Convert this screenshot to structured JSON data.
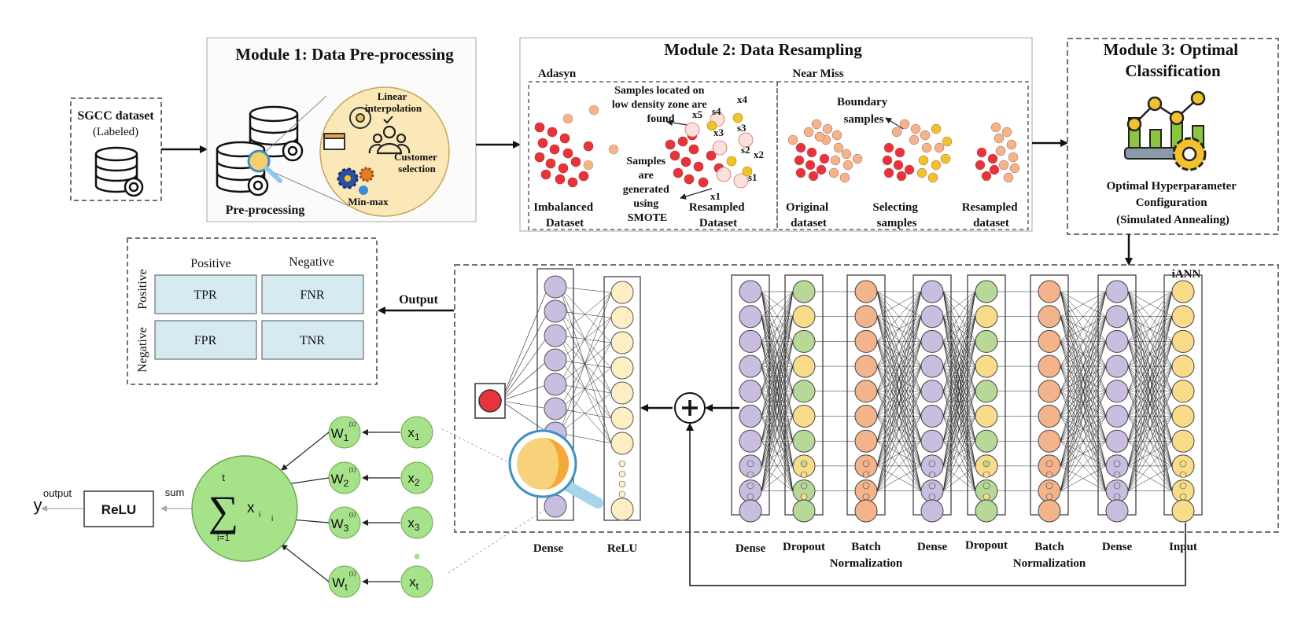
{
  "dataset": {
    "title": "SGCC dataset",
    "subtitle": "(Labeled)"
  },
  "module1": {
    "title": "Module 1: Data Pre-processing",
    "label": "Pre-processing",
    "items": {
      "linear": [
        "Linear",
        "interpolation"
      ],
      "customer": [
        "Customer",
        "selection"
      ],
      "minmax": "Min-max"
    }
  },
  "module2": {
    "title": "Module 2: Data Resampling",
    "adasyn": {
      "title": "Adasyn",
      "note_top": [
        "Samples located on",
        "low density zone are",
        "found"
      ],
      "note_mid": [
        "Samples",
        "are",
        "generated",
        "using",
        "SMOTE"
      ],
      "imbalanced": [
        "Imbalanced",
        "Dataset"
      ],
      "resampled": [
        "Resampled",
        "Dataset"
      ],
      "points": [
        "x5",
        "s4",
        "x4",
        "x3",
        "s3",
        "s2",
        "x2",
        "s1",
        "x1"
      ]
    },
    "nearmiss": {
      "title": "Near Miss",
      "boundary": [
        "Boundary",
        "samples"
      ],
      "original": [
        "Original",
        "dataset"
      ],
      "selecting": [
        "Selecting",
        "samples"
      ],
      "resampled": [
        "Resampled",
        "dataset"
      ]
    }
  },
  "module3": {
    "title": [
      "Module 3: Optimal",
      "Classification"
    ],
    "desc": [
      "Optimal Hyperparameter",
      "Configuration",
      "(Simulated Annealing)"
    ]
  },
  "confusion": {
    "cols": [
      "Positive",
      "Negative"
    ],
    "rows": [
      "Positive",
      "Negative"
    ],
    "cells": [
      [
        "TPR",
        "FNR"
      ],
      [
        "FPR",
        "TNR"
      ]
    ],
    "output_label": "Output"
  },
  "iann": {
    "label": "iANN",
    "layers": [
      "Dense",
      "Dropout",
      [
        "Batch",
        "Normalization"
      ],
      "Dense",
      "Dropout",
      [
        "Batch",
        "Normalization"
      ],
      "Dense",
      "Input"
    ],
    "head": [
      "Dense",
      "ReLU"
    ]
  },
  "neuron": {
    "inputs": [
      "x1",
      "x2",
      "x3",
      "xt"
    ],
    "weights": [
      "W1",
      "W2",
      "W3",
      "Wt"
    ],
    "superscript": "(1)",
    "sum_top": "t",
    "sum_bottom": "i=1",
    "sum_term": "x",
    "sub_i": "i",
    "sum_label": "sum",
    "activation": "ReLU",
    "output_label": "output",
    "output_symbol": "y"
  },
  "colors": {
    "red": "#e8333c",
    "peach": "#f3b48c",
    "purple": "#c9bde0",
    "green": "#b8d898",
    "yellow": "#f9dc8a",
    "cream": "#fdeec3",
    "table": "#d6eaf2",
    "neuron": "#a6e28a",
    "gold": "#f2c12e"
  }
}
